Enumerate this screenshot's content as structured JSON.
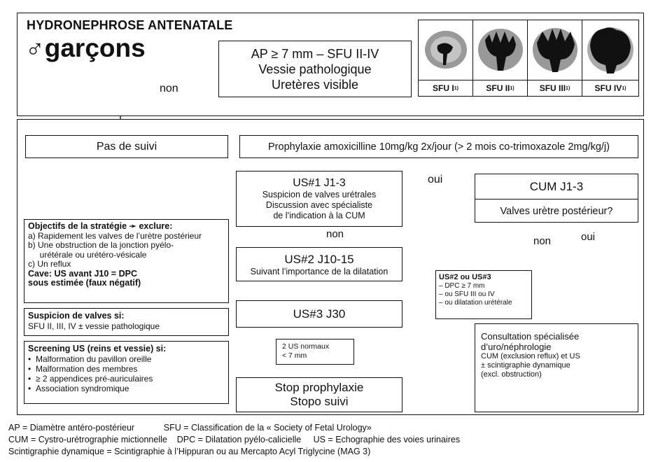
{
  "header": {
    "title": "HYDRONEPHROSE ANTENATALE",
    "gender_symbol": "♂",
    "gender_label": "garçons",
    "criteria": [
      "AP ≥ 7 mm – SFU II-IV",
      "Vessie pathologique",
      "Uretères visible"
    ],
    "non_label": "non",
    "sfu": [
      {
        "label": "SFU I",
        "note": "1)"
      },
      {
        "label": "SFU II",
        "note": "1)"
      },
      {
        "label": "SFU III",
        "note": "1)"
      },
      {
        "label": "SFU IV",
        "note": "1)"
      }
    ]
  },
  "flow": {
    "pas_de_suivi": "Pas de suivi",
    "prophylaxie": "Prophylaxie amoxicilline 10mg/kg 2x/jour (> 2 mois co-trimoxazole 2mg/kg/j)",
    "us1": {
      "title": "US#1 J1-3",
      "lines": [
        "Suspicion de valves urétrales",
        "Discussion avec spécialiste",
        "de l’indication à la CUM"
      ]
    },
    "oui_1": "oui",
    "cum": {
      "title": "CUM J1-3",
      "question": "Valves urètre postérieur?"
    },
    "non_us1": "non",
    "non_cum": "non",
    "oui_cum": "oui",
    "us2": {
      "title": "US#2 J10-15",
      "subtitle": "Suivant l’importance de la dilatation"
    },
    "us23": {
      "title": "US#2 ou US#3",
      "lines": [
        "– DPC ≥ 7 mm",
        "– ou SFU III ou IV",
        "– ou dilatation urétérale"
      ]
    },
    "us3": {
      "title": "US#3 J30"
    },
    "normaux": [
      "2 US normaux",
      "< 7 mm"
    ],
    "stop": [
      "Stop prophylaxie",
      "Stopo suivi"
    ],
    "consult": {
      "title": [
        "Consultation spécialisée",
        "d’uro/néphrologie"
      ],
      "lines": [
        "CUM (exclusion reflux) et US",
        "± scintigraphie dynamique",
        "(excl. obstruction)"
      ]
    }
  },
  "left": {
    "objectifs": {
      "title": "Objectifs de la stratégie ➛ exclure:",
      "items": [
        "a) Rapidement les valves de l’urètre postérieur",
        "b) Une obstruction de la jonction pyélo-",
        "     urétérale ou urétéro-vésicale",
        "c) Un reflux"
      ],
      "cave": [
        "Cave: US avant J10 = DPC",
        "sous estimée (faux négatif)"
      ]
    },
    "suspicion": {
      "title": "Suspicion de valves si:",
      "text": "SFU II, III, IV ± vessie pathologique"
    },
    "screening": {
      "title": "Screening US (reins et vessie) si:",
      "items": [
        "Malformation du pavillon oreille",
        "Malformation des membres",
        "≥ 2 appendices pré-auriculaires",
        "Association syndromique"
      ]
    }
  },
  "legend": [
    "AP = Diamètre antéro-postérieur            SFU = Classification de la « Society of Fetal Urology»",
    "CUM = Cystro-urétrographie mictionnelle    DPC = Dilatation pyélo-calicielle     US = Echographie des voies urinaires",
    "Scintigraphie dynamique = Scintigraphie à l’Hippuran ou au Mercapto Acyl Triglycine (MAG 3)"
  ]
}
